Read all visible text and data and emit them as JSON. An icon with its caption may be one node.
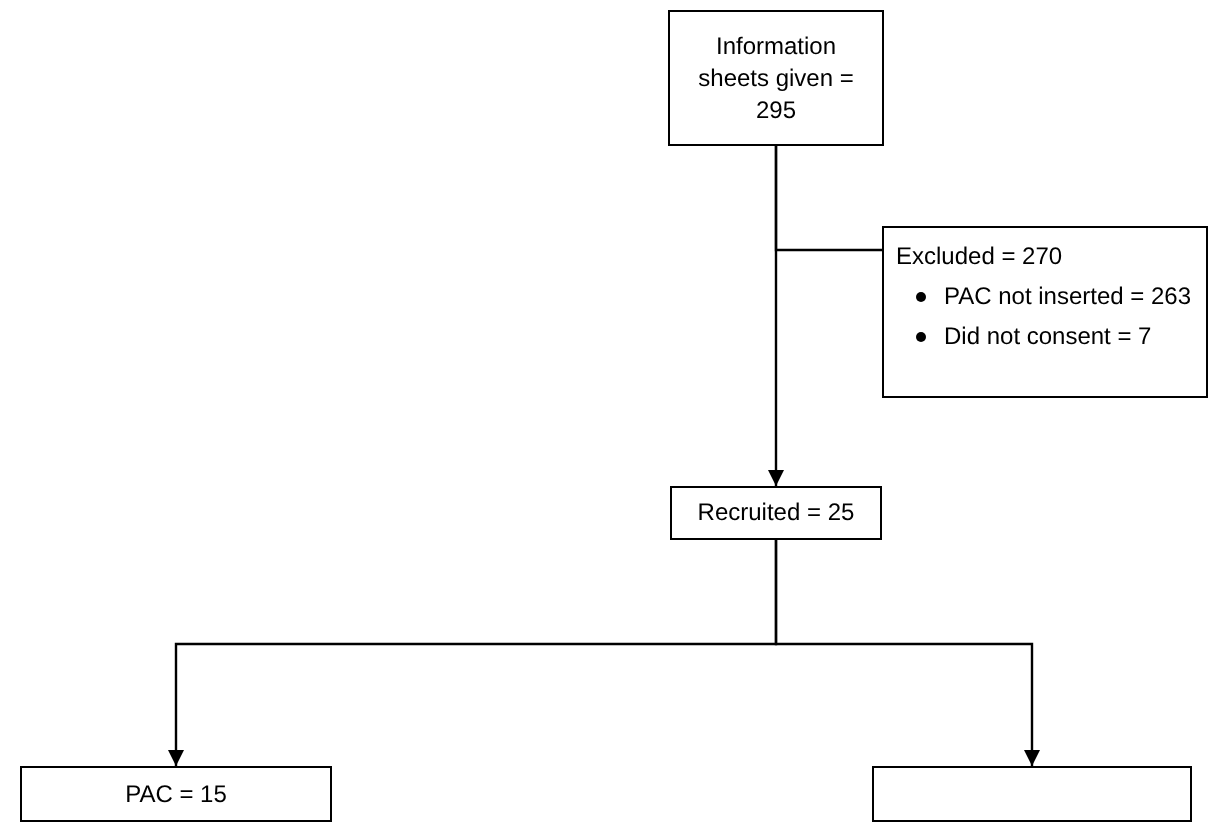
{
  "diagram": {
    "nodes": [
      {
        "text": [
          "Information sheets given = 295"
        ]
      },
      {
        "text": [
          "Excluded = 270",
          "PAC not inserted = 263",
          "Did not consent = 7"
        ]
      },
      {
        "text": [
          "Recruited = 25"
        ]
      },
      {
        "text": [
          "PAC = 15"
        ]
      },
      {
        "text": [],
        "shape": "box"
      }
    ],
    "edges": [
      {
        "from": 0,
        "to": 2,
        "arrow": "to"
      },
      {
        "from": 0,
        "to": 1,
        "arrow": "to"
      },
      {
        "from": 2,
        "to": 3,
        "arrow": "to"
      },
      {
        "from": 2,
        "to": 4,
        "arrow": "to"
      }
    ]
  }
}
